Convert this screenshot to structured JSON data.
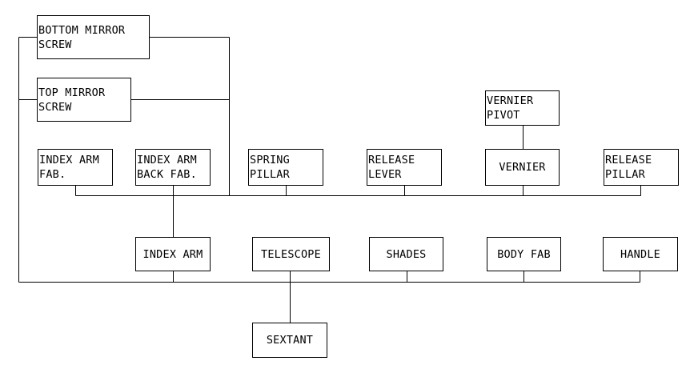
{
  "nodes": {
    "bottom_mirror_screw": [
      "BOTTOM MIRROR",
      "SCREW"
    ],
    "top_mirror_screw": [
      "TOP MIRROR",
      "SCREW"
    ],
    "vernier_pivot": [
      "VERNIER",
      "PIVOT"
    ],
    "index_arm_fab": [
      "INDEX ARM",
      "FAB."
    ],
    "index_arm_back_fab": [
      "INDEX ARM",
      "BACK FAB."
    ],
    "spring_pillar": [
      "SPRING",
      "PILLAR"
    ],
    "release_lever": [
      "RELEASE",
      "LEVER"
    ],
    "vernier": [
      "VERNIER"
    ],
    "release_pillar": [
      "RELEASE",
      "PILLAR"
    ],
    "index_arm": [
      "INDEX ARM"
    ],
    "telescope": [
      "TELESCOPE"
    ],
    "shades": [
      "SHADES"
    ],
    "body_fab": [
      "BODY FAB"
    ],
    "handle": [
      "HANDLE"
    ],
    "sextant": [
      "SEXTANT"
    ]
  },
  "edges": [
    [
      "bottom_mirror_screw",
      "index_arm"
    ],
    [
      "top_mirror_screw",
      "index_arm"
    ],
    [
      "index_arm_fab",
      "index_arm"
    ],
    [
      "index_arm_back_fab",
      "index_arm"
    ],
    [
      "spring_pillar",
      "index_arm"
    ],
    [
      "release_lever",
      "index_arm"
    ],
    [
      "vernier_pivot",
      "vernier"
    ],
    [
      "vernier",
      "index_arm"
    ],
    [
      "release_pillar",
      "index_arm"
    ],
    [
      "index_arm",
      "sextant"
    ],
    [
      "telescope",
      "sextant"
    ],
    [
      "shades",
      "sextant"
    ],
    [
      "body_fab",
      "sextant"
    ],
    [
      "handle",
      "sextant"
    ]
  ]
}
